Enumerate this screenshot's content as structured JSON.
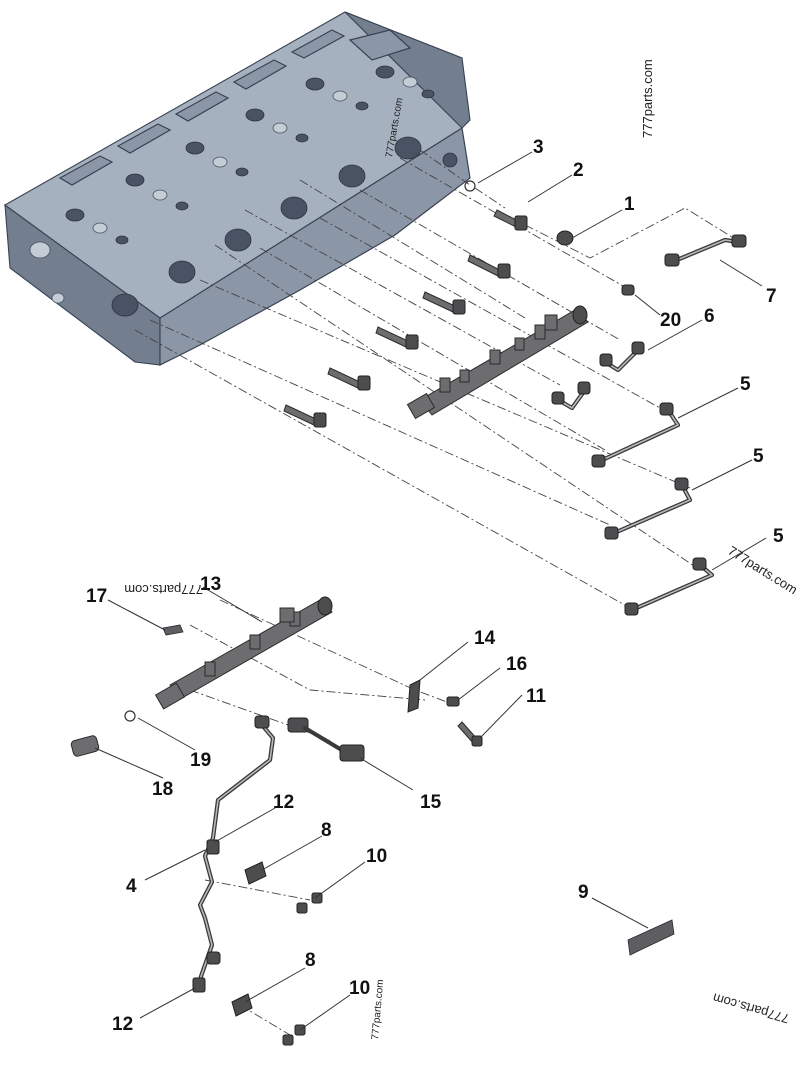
{
  "watermarks": [
    {
      "id": "wm1",
      "text": "777parts.com"
    },
    {
      "id": "wm2",
      "text": "777parts.com"
    },
    {
      "id": "wm3",
      "text": "777parts.com"
    },
    {
      "id": "wm4",
      "text": "777parts.com"
    },
    {
      "id": "wm5",
      "text": "777parts.com"
    },
    {
      "id": "wm6",
      "text": "777parts.com"
    }
  ],
  "callouts": [
    {
      "id": "c1",
      "text": "1"
    },
    {
      "id": "c2",
      "text": "2"
    },
    {
      "id": "c3",
      "text": "3"
    },
    {
      "id": "c4",
      "text": "4"
    },
    {
      "id": "c5a",
      "text": "5"
    },
    {
      "id": "c5b",
      "text": "5"
    },
    {
      "id": "c5c",
      "text": "5"
    },
    {
      "id": "c6",
      "text": "6"
    },
    {
      "id": "c7",
      "text": "7"
    },
    {
      "id": "c8a",
      "text": "8"
    },
    {
      "id": "c8b",
      "text": "8"
    },
    {
      "id": "c9",
      "text": "9"
    },
    {
      "id": "c10a",
      "text": "10"
    },
    {
      "id": "c10b",
      "text": "10"
    },
    {
      "id": "c11",
      "text": "11"
    },
    {
      "id": "c12a",
      "text": "12"
    },
    {
      "id": "c12b",
      "text": "12"
    },
    {
      "id": "c13",
      "text": "13"
    },
    {
      "id": "c14",
      "text": "14"
    },
    {
      "id": "c15",
      "text": "15"
    },
    {
      "id": "c16",
      "text": "16"
    },
    {
      "id": "c17",
      "text": "17"
    },
    {
      "id": "c18",
      "text": "18"
    },
    {
      "id": "c19",
      "text": "19"
    },
    {
      "id": "c20",
      "text": "20"
    }
  ]
}
